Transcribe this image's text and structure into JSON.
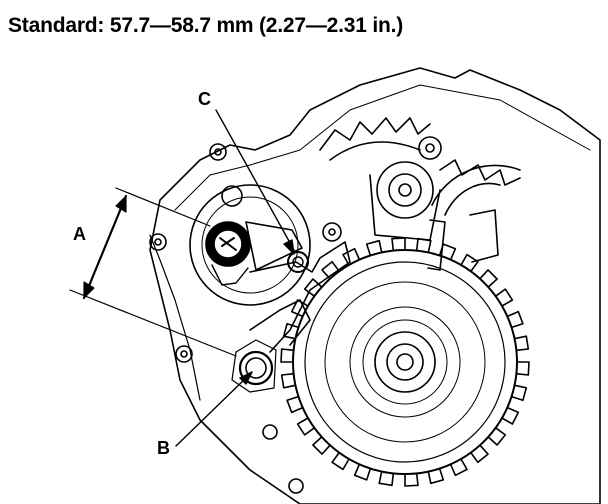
{
  "heading": {
    "label": "Standard:",
    "values": "57.7—58.7 mm (2.27—2.31 in.)"
  },
  "callouts": {
    "a": "A",
    "b": "B",
    "c": "C"
  },
  "colors": {
    "ink": "#000000",
    "paper": "#ffffff"
  }
}
